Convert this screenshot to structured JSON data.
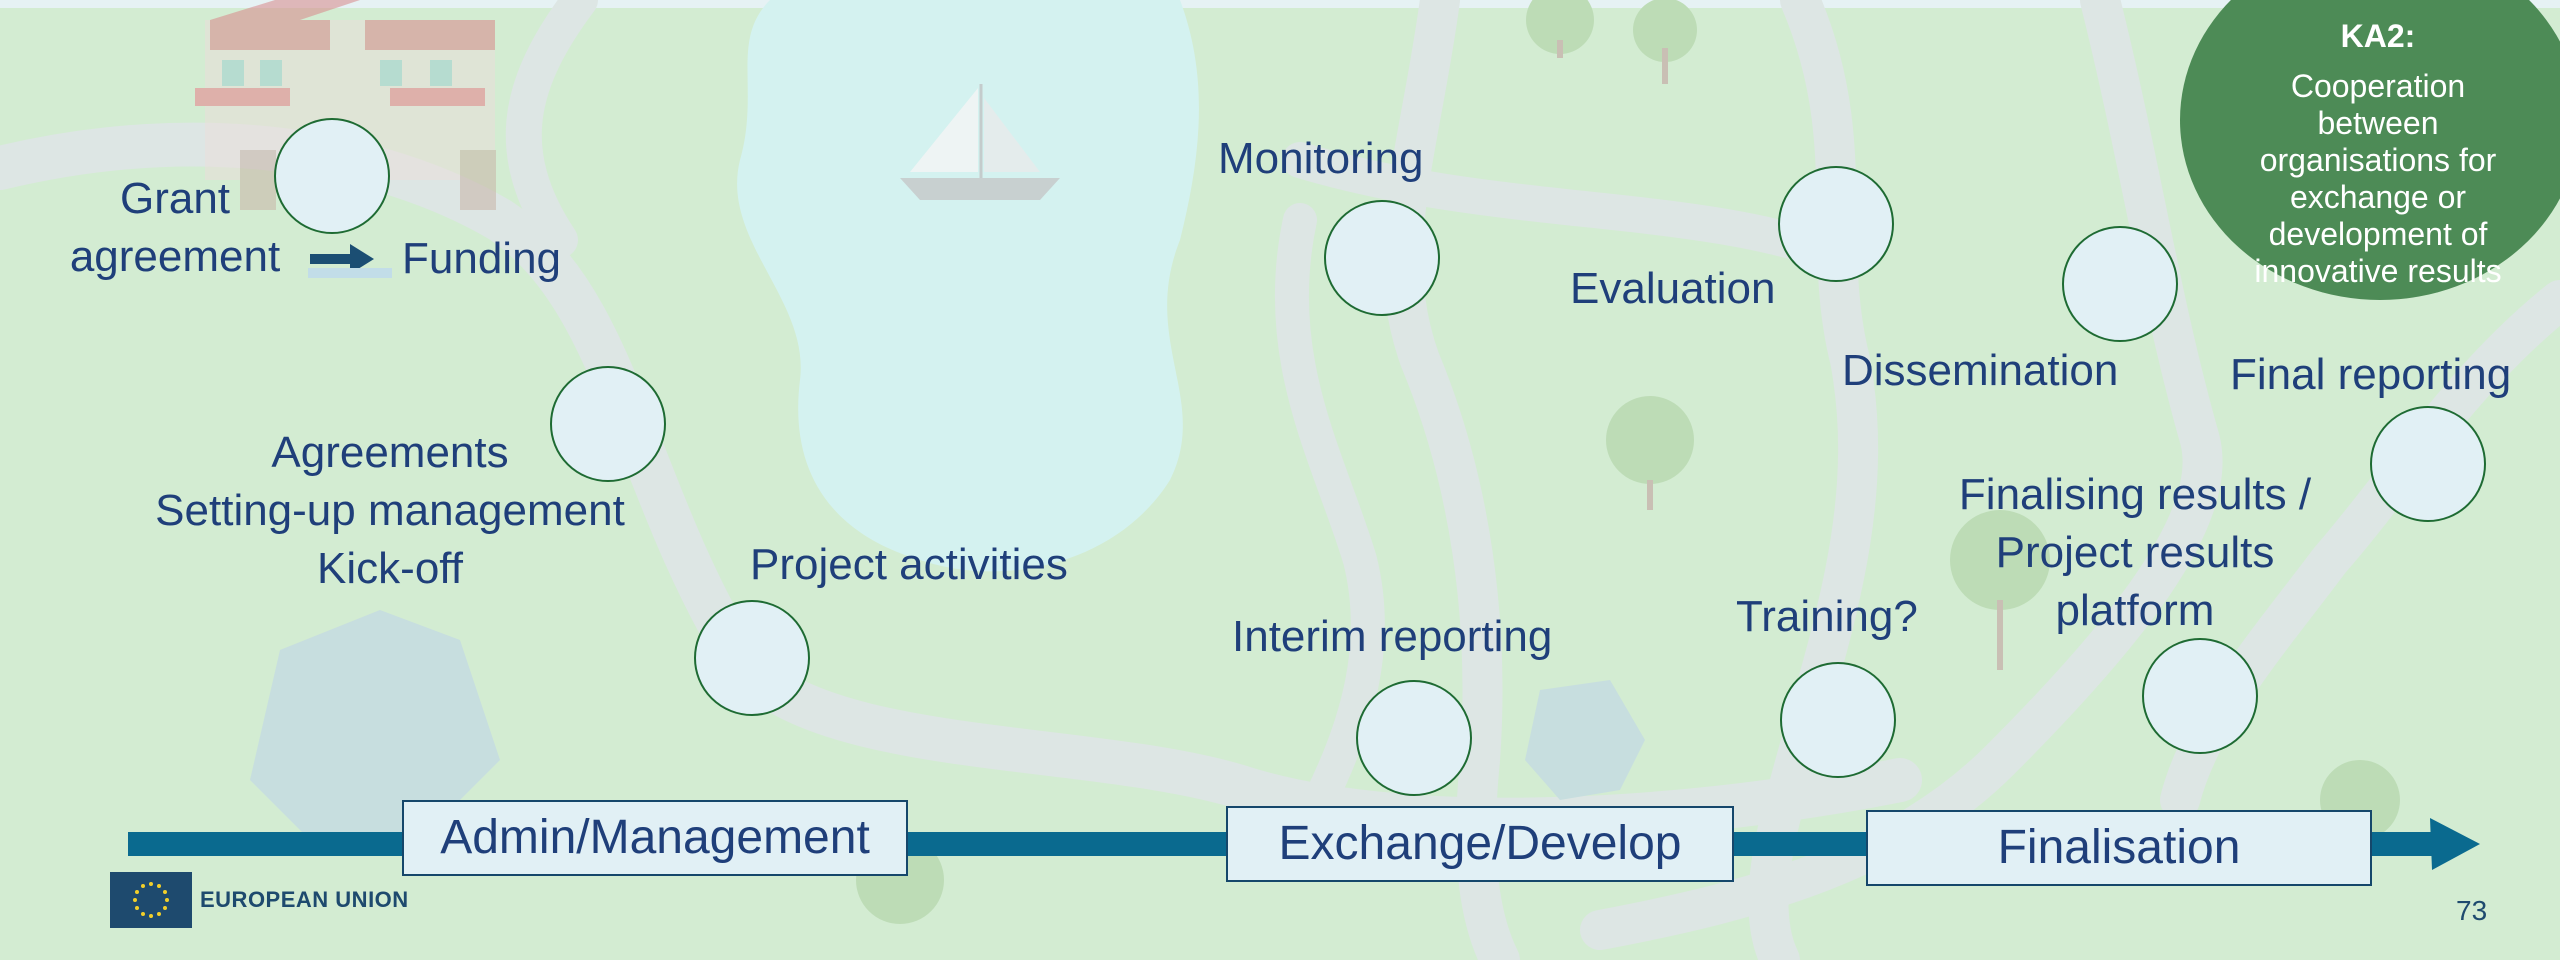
{
  "labels": {
    "grant_line1": "Grant",
    "grant_line2": "agreement",
    "funding": "Funding",
    "agreements": "Agreements",
    "setting_up": "Setting-up management",
    "kickoff": "Kick-off",
    "project_activities": "Project activities",
    "monitoring": "Monitoring",
    "interim_reporting": "Interim reporting",
    "evaluation": "Evaluation",
    "training": "Training?",
    "dissemination": "Dissemination",
    "finalising_line1": "Finalising results /",
    "finalising_line2": "Project results",
    "finalising_line3": "platform",
    "final_reporting": "Final reporting"
  },
  "phases": {
    "admin": "Admin/Management",
    "exchange": "Exchange/Develop",
    "finalisation": "Finalisation"
  },
  "ka2": {
    "title": "KA2:",
    "text": "Cooperation\nbetween\norganisations for\nexchange or\ndevelopment of\ninnovative results"
  },
  "footer": {
    "logo_text": "EUROPEAN UNION",
    "page_number": "73"
  },
  "colors": {
    "background": "#d3ecd2",
    "path": "#dde6e4",
    "lake": "#d4f2f0",
    "label_text": "#1f3f7a",
    "circle_fill": "#e1f0f5",
    "circle_stroke": "#1e6b33",
    "arrow": "#0a6a8f",
    "ka2_fill": "#4d8b56",
    "eu_blue": "#1e4a6e"
  }
}
